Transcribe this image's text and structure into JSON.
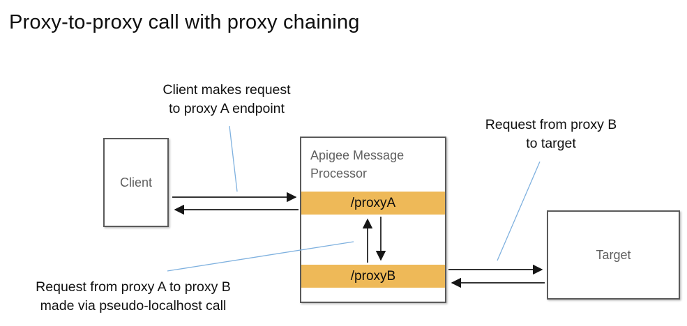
{
  "title": "Proxy-to-proxy call with proxy chaining",
  "annotations": {
    "client_request": {
      "line1": "Client makes request",
      "line2": "to proxy A endpoint"
    },
    "proxyb_to_target": {
      "line1": "Request from proxy B",
      "line2": "to target"
    },
    "proxya_to_proxyb": {
      "line1": "Request from proxy A to proxy B",
      "line2": "made via pseudo-localhost call"
    }
  },
  "nodes": {
    "client": {
      "label": "Client"
    },
    "message_processor": {
      "label": "Apigee Message Processor"
    },
    "proxy_a": {
      "label": "/proxyA"
    },
    "proxy_b": {
      "label": "/proxyB"
    },
    "target": {
      "label": "Target"
    }
  },
  "colors": {
    "proxy_bar": "#EEB958",
    "annotation_line": "#7FB1DF",
    "box_border": "#5A5A5A",
    "label_gray": "#606060",
    "arrow": "#161616",
    "title_black": "#0E0E0E"
  }
}
